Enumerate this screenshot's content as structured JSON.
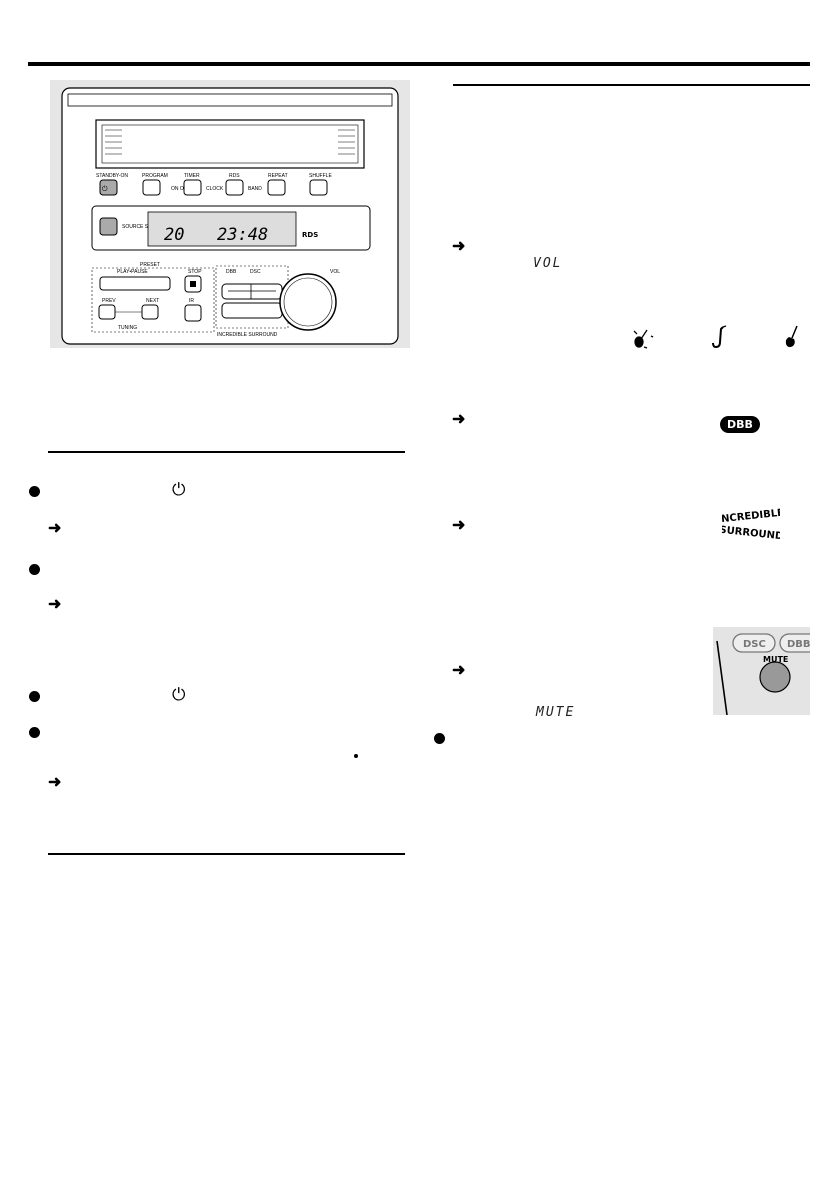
{
  "device": {
    "buttons": {
      "standby_on": "STANDBY-ON",
      "program": "PROGRAM",
      "timer": "TIMER",
      "rds": "RDS",
      "repeat": "REPEAT",
      "shuffle": "SHUFFLE",
      "on_off": "ON OFF",
      "clock": "CLOCK",
      "band": "BAND",
      "source_select": "SOURCE SELECT",
      "preset": "PRESET",
      "play_pause": "PLAY•PAUSE",
      "stop": "STOP",
      "prev": "PREV",
      "next": "NEXT",
      "tuning": "TUNING",
      "ir": "IR",
      "dbb": "DBB",
      "dsc": "DSC",
      "vol": "VOL",
      "incredible_surround": "INCREDIBLE SURROUND"
    },
    "display": {
      "track": "20",
      "time": "23:48",
      "logo": "RDS"
    }
  },
  "right": {
    "vol_display": "VOL",
    "dbb_badge": "DBB",
    "incredible_logo_line1": "INCREDIBLE",
    "incredible_logo_line2": "SURROUND",
    "mute_display": "MUTE",
    "mute_photo": {
      "dsc": "DSC",
      "dbb": "DBB",
      "mute": "MUTE"
    }
  },
  "icons": [
    "power-icon",
    "rock-guitar-icon",
    "saxophone-icon",
    "electric-guitar-icon"
  ]
}
